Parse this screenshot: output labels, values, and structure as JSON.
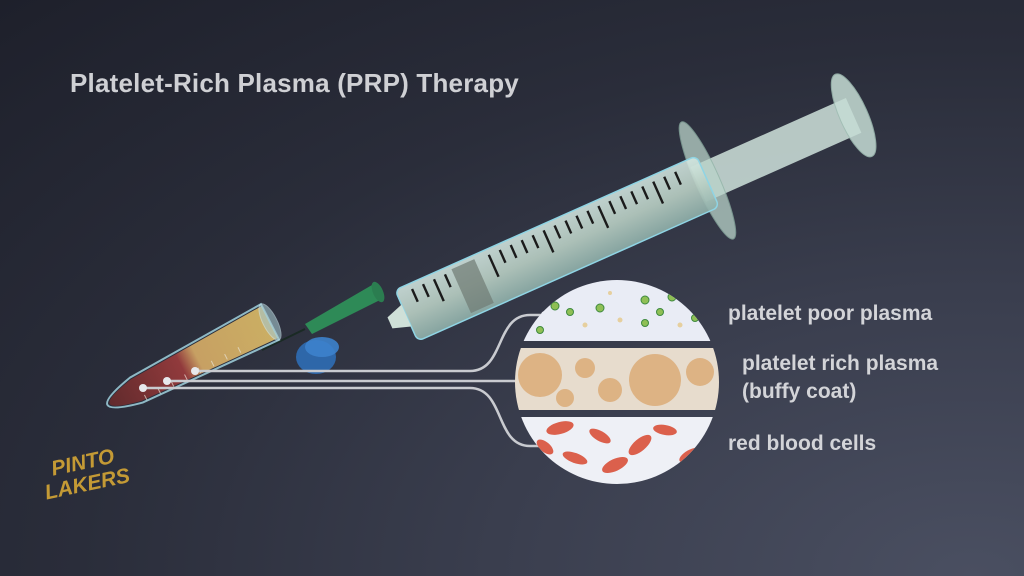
{
  "title": "Platelet-Rich Plasma (PRP) Therapy",
  "labels": {
    "platelet_poor": "platelet poor plasma",
    "platelet_rich_line1": "platelet rich plasma",
    "platelet_rich_line2": "(buffy coat)",
    "red_blood_cells": "red blood cells"
  },
  "logo": {
    "line1": "PINTO",
    "line2": "LAKERS",
    "color": "#c49a35"
  },
  "objects": {
    "syringe": "syringe-with-plunger",
    "needle_hub_color": "#2e8a57",
    "tube": "centrifuge-tube",
    "cap_color": "#2f6db5"
  },
  "layers": [
    {
      "name": "platelet poor plasma",
      "color": "#e9ecf5"
    },
    {
      "name": "platelet rich plasma (buffy coat)",
      "color": "#e0b78c"
    },
    {
      "name": "red blood cells",
      "color": "#d9503a"
    }
  ]
}
